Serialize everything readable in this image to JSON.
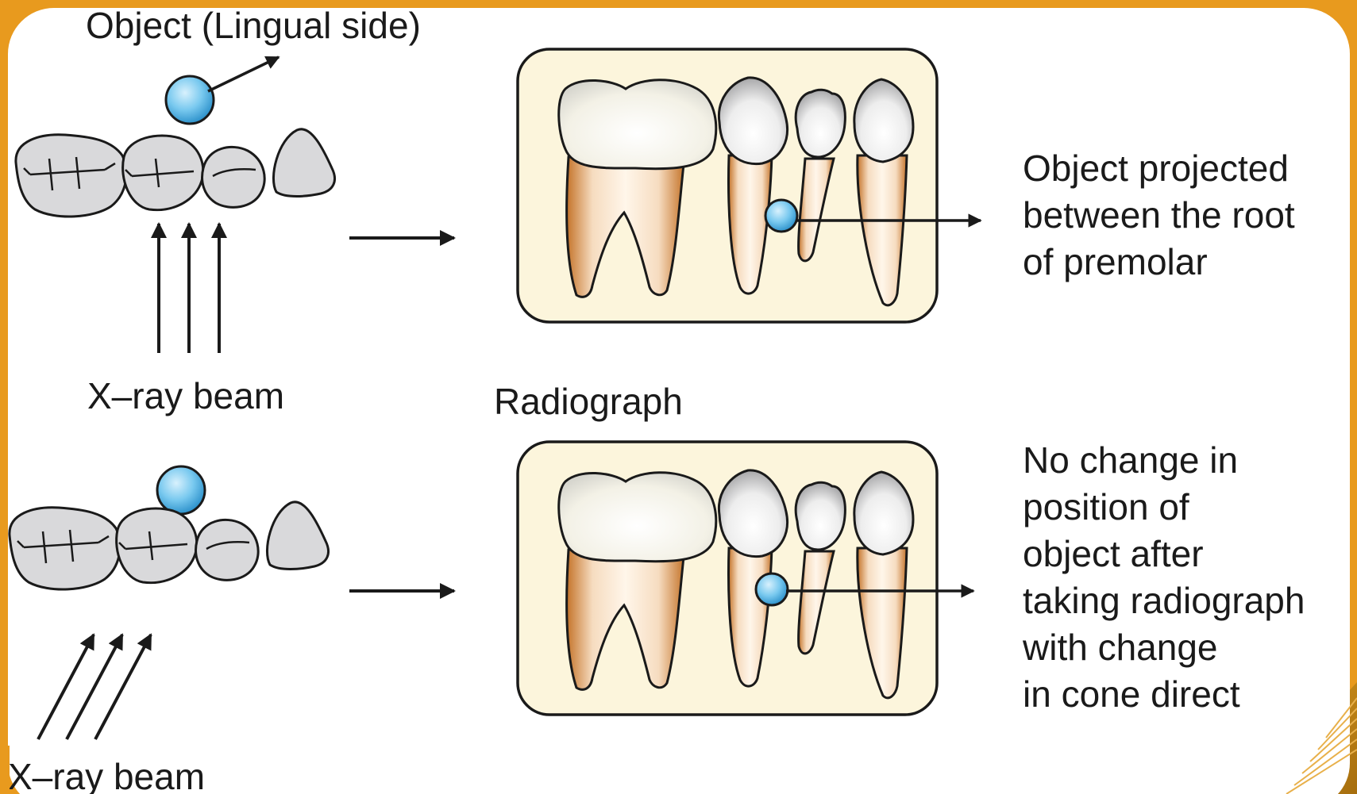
{
  "colors": {
    "frame": "#E89A1E",
    "panel": "#ffffff",
    "film": "#FCF5DC",
    "object": "#5BB9E8",
    "tooth_occlusal": "#DCDCDE",
    "root_shade": "#C9772E",
    "ink": "#1a1a1a"
  },
  "top": {
    "object_label": "Object (Lingual side)",
    "beam_label": "X–ray beam",
    "result_lines": [
      "Object projected",
      "between the root",
      "of premolar"
    ]
  },
  "bottom": {
    "radiograph_label": "Radiograph",
    "beam_label": "X–ray beam",
    "result_lines": [
      "No change in",
      "position of",
      "object after",
      "taking radiograph",
      "with change",
      "in cone direct"
    ]
  },
  "icons": {
    "object": "blue-sphere-icon",
    "tooth_occlusal": "tooth-occlusal-icon",
    "tooth_side": "tooth-side-icon",
    "arrow": "arrow-right-icon"
  }
}
